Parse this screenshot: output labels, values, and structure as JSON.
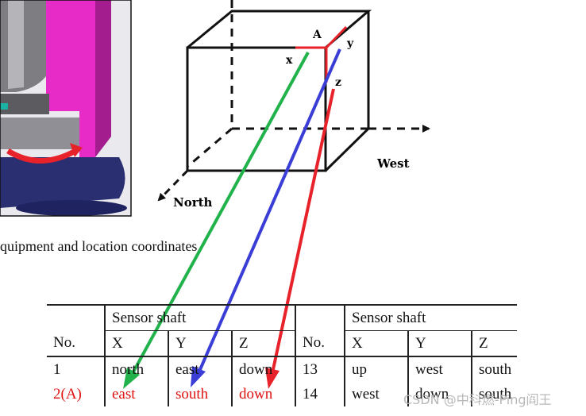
{
  "figure": {
    "labels": {
      "A": "A",
      "x": "x",
      "y": "y",
      "z": "z",
      "west": "West",
      "north": "North"
    },
    "colors": {
      "green_arrow": "#22b24c",
      "blue_arrow": "#3a3ed6",
      "red_arrow": "#e8222a",
      "magenta": "#e62bc6",
      "navy": "#2a2f72"
    }
  },
  "caption": "quipment and location coordinates",
  "table": {
    "group_header_left": "Sensor shaft",
    "group_header_right": "Sensor shaft",
    "columns": [
      "No.",
      "X",
      "Y",
      "Z",
      "No.",
      "X",
      "Y",
      "Z"
    ],
    "rows": [
      [
        "1",
        "north",
        "east",
        "down",
        "13",
        "up",
        "west",
        "south"
      ],
      [
        "2(A)",
        "east",
        "south",
        "down",
        "14",
        "west",
        "down",
        "south"
      ]
    ]
  },
  "watermark": "CSDN @中科燃-Ping阎王"
}
